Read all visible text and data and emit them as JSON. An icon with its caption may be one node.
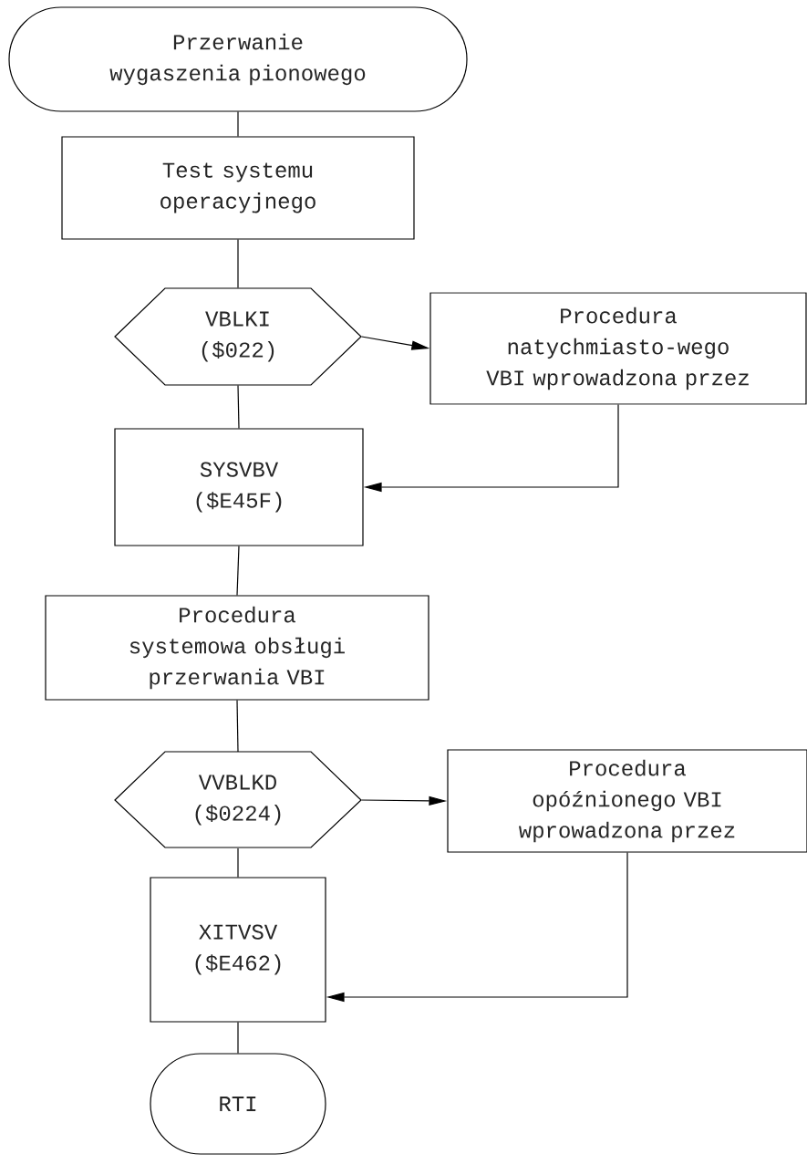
{
  "diagram": {
    "nodes": [
      {
        "text": [
          "Przerwanie wygaszenia pionowego"
        ]
      },
      {
        "text": [
          "Test systemu operacyjnego"
        ]
      },
      {
        "text": [
          "VBLKI ($022)"
        ]
      },
      {
        "text": [
          "Procedura natychmiasto-wego VBI wprowadzona przez"
        ]
      },
      {
        "text": [
          "SYSVBV ($E45F)"
        ]
      },
      {
        "text": [
          "Procedura systemowa obsługi przerwania VBI"
        ]
      },
      {
        "text": [
          "VVBLKD ($0224)"
        ]
      },
      {
        "text": [
          "Procedura opóźnionego VBI wprowadzona przez"
        ]
      },
      {
        "text": [
          "XITVSV ($E462)"
        ]
      },
      {
        "text": [
          "RTI"
        ]
      }
    ],
    "edges": [
      {
        "from": 0,
        "to": 1,
        "arrow": "none"
      },
      {
        "from": 1,
        "to": 2,
        "arrow": "none"
      },
      {
        "from": 2,
        "to": 3,
        "arrow": "to"
      },
      {
        "from": 3,
        "to": 4,
        "arrow": "to"
      },
      {
        "from": 2,
        "to": 4,
        "arrow": "none"
      },
      {
        "from": 4,
        "to": 5,
        "arrow": "none"
      },
      {
        "from": 5,
        "to": 6,
        "arrow": "none"
      },
      {
        "from": 6,
        "to": 7,
        "arrow": "to"
      },
      {
        "from": 7,
        "to": 8,
        "arrow": "to"
      },
      {
        "from": 6,
        "to": 8,
        "arrow": "none"
      },
      {
        "from": 8,
        "to": 9,
        "arrow": "none"
      }
    ]
  }
}
